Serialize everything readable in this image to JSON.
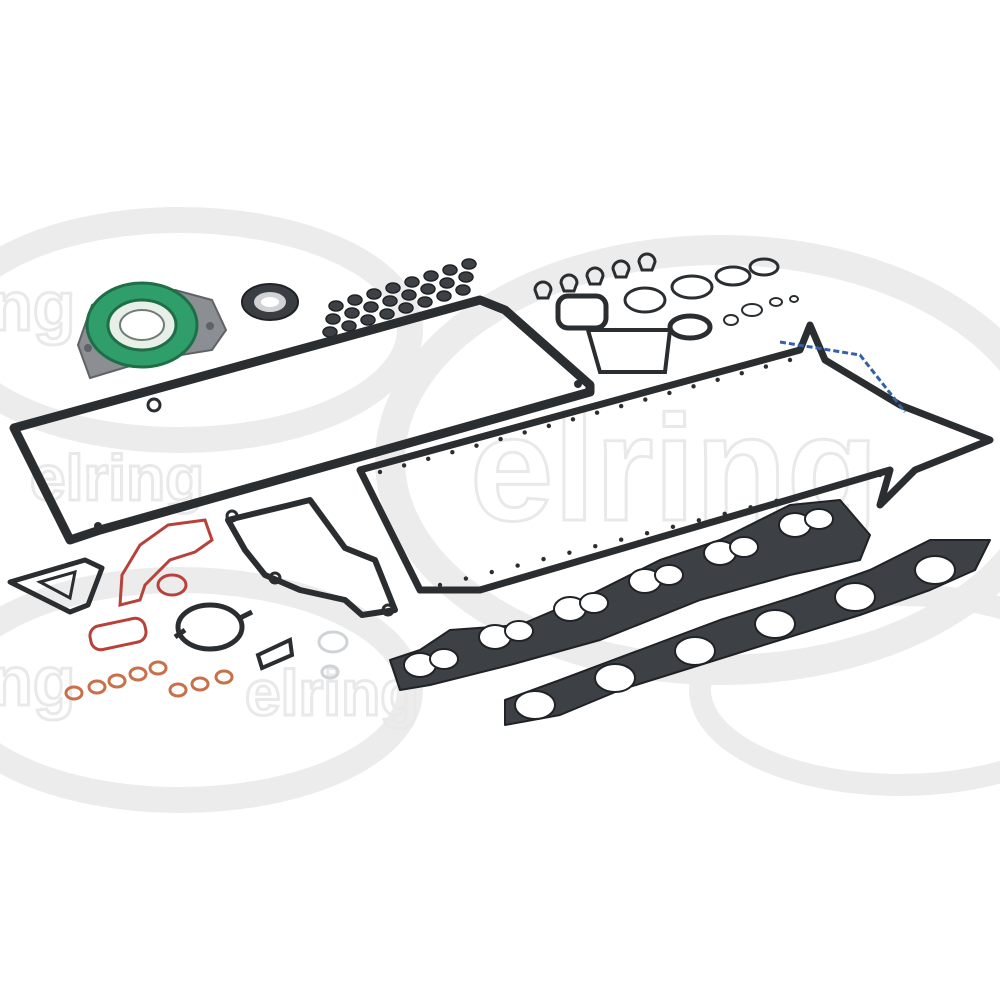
{
  "watermark": {
    "brand_left": "elring",
    "brand_mid": "elring",
    "brand_big": "elring",
    "brand_fragment_a": "ng",
    "brand_fragment_b": "ng"
  },
  "colors": {
    "gasket_dark": "#3a3e42",
    "gasket_edge": "#1f2326",
    "seal_green": "#2f9e6a",
    "seal_grey": "#8b8f93",
    "copper": "#c8704a",
    "oring_red": "#b8413a",
    "bead_blue": "#3560a8",
    "watermark": "#e9e9e9"
  },
  "parts": {
    "crank_seal_housing": "crankshaft-rear-seal-housing",
    "front_seal": "crankshaft-front-seal",
    "valve_stem_seals": "valve-stem-seals",
    "valve_cover_gasket": "valve-cover-gasket",
    "oil_pan_gasket": "oil-pan-gasket",
    "water_pump_gasket": "water-pump-gasket",
    "intake_manifold_gasket": "intake-manifold-gasket",
    "exhaust_manifold_gasket": "exhaust-manifold-gasket",
    "copper_washers": "copper-sealing-washers",
    "orings": "o-rings"
  }
}
